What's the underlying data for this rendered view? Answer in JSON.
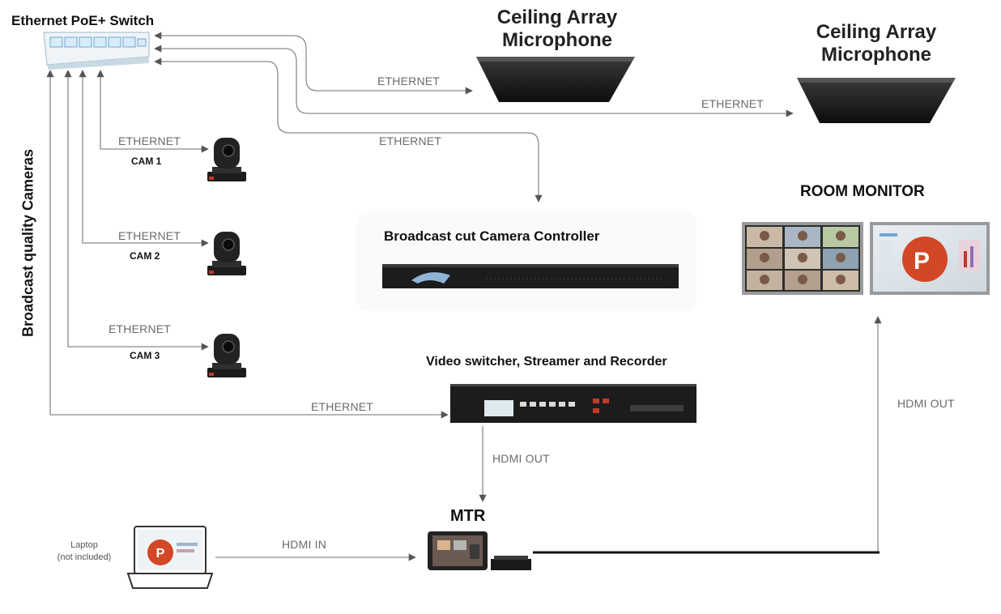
{
  "switch": {
    "title": "Ethernet PoE+ Switch"
  },
  "side_label": "Broadcast  quality Cameras",
  "microphones": [
    {
      "title_line1": "Ceiling Array",
      "title_line2": "Microphone"
    },
    {
      "title_line1": "Ceiling Array",
      "title_line2": "Microphone"
    }
  ],
  "cameras": [
    {
      "label": "CAM 1",
      "link": "ETHERNET"
    },
    {
      "label": "CAM 2",
      "link": "ETHERNET"
    },
    {
      "label": "CAM 3",
      "link": "ETHERNET"
    }
  ],
  "links": {
    "mic1": "ETHERNET",
    "mic2": "ETHERNET",
    "controller": "ETHERNET",
    "switcher": "ETHERNET",
    "switcher_out": "HDMI OUT",
    "laptop_in": "HDMI IN",
    "monitor_in": "HDMI OUT"
  },
  "controller": {
    "title": "Broadcast cut Camera Controller"
  },
  "switcher": {
    "title": "Video  switcher, Streamer and Recorder"
  },
  "room_monitor": {
    "title": "ROOM MONITOR"
  },
  "mtr": {
    "title": "MTR"
  },
  "laptop": {
    "line1": "Laptop",
    "line2": "(not included)"
  },
  "colors": {
    "line": "#8a8a8a",
    "thick_line": "#111111",
    "device": "#1c1c1c",
    "ppt": "#d24726"
  }
}
